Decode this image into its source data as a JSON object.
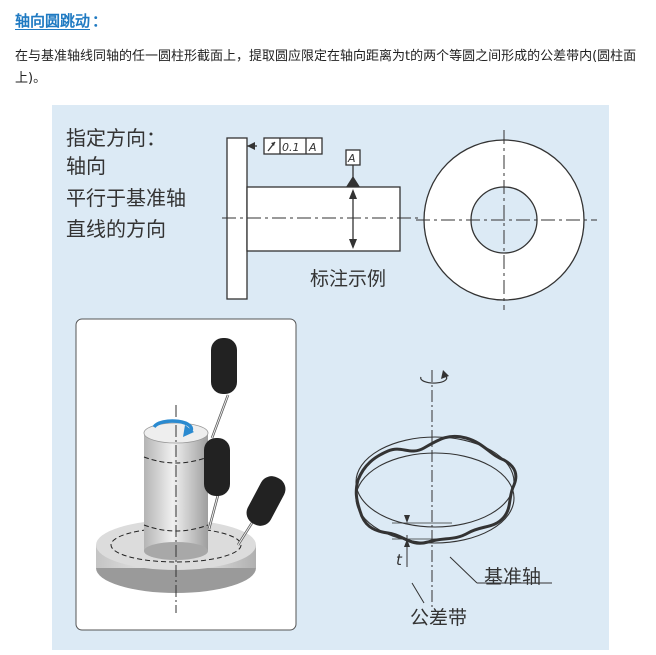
{
  "heading": {
    "title": "轴向圆跳动",
    "colon": "："
  },
  "description": "在与基准轴线同轴的任一圆柱形截面上，提取圆应限定在轴向距离为t的两个等圆之间形成的公差带内(圆柱面上)。",
  "diagram": {
    "direction_label_lines": [
      "指定方向：",
      "轴向",
      "平行于基准轴",
      "直线的方向"
    ],
    "tolerance_value": "0.1",
    "datum_ref": "A",
    "datum_label": "A",
    "annotation_example_label": "标注示例",
    "tolerance_t_label": "t",
    "datum_axis_label": "基准轴",
    "tolerance_zone_label": "公差带"
  }
}
